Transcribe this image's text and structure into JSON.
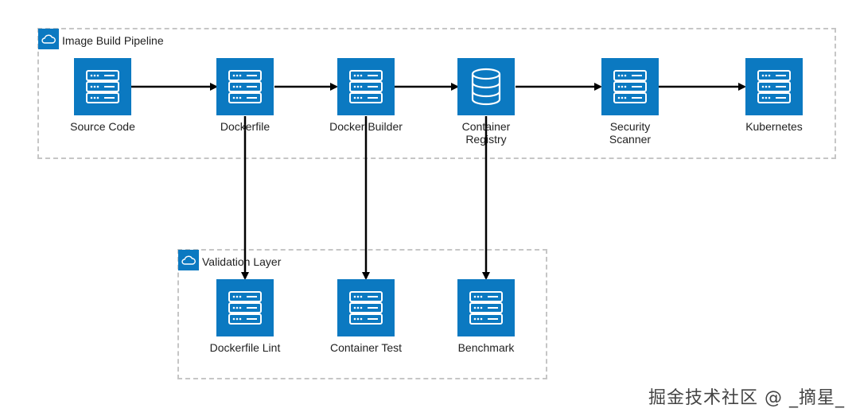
{
  "groups": {
    "pipeline": {
      "label": "Image Build Pipeline",
      "icon": "cloud-icon"
    },
    "validation": {
      "label": "Validation Layer",
      "icon": "cloud-icon"
    }
  },
  "nodes": {
    "source_code": {
      "label": "Source Code",
      "icon": "server-icon"
    },
    "dockerfile": {
      "label": "Dockerfile",
      "icon": "server-icon"
    },
    "docker_builder": {
      "label": "Docker Builder",
      "icon": "server-icon"
    },
    "container_registry": {
      "label": "Container\nRegistry",
      "icon": "database-icon"
    },
    "security_scanner": {
      "label": "Security\nScanner",
      "icon": "server-icon"
    },
    "kubernetes": {
      "label": "Kubernetes",
      "icon": "server-icon"
    },
    "dockerfile_lint": {
      "label": "Dockerfile Lint",
      "icon": "server-icon"
    },
    "container_test": {
      "label": "Container Test",
      "icon": "server-icon"
    },
    "benchmark": {
      "label": "Benchmark",
      "icon": "server-icon"
    }
  },
  "edges": [
    {
      "from": "Source Code",
      "to": "Dockerfile"
    },
    {
      "from": "Dockerfile",
      "to": "Docker Builder"
    },
    {
      "from": "Docker Builder",
      "to": "Container Registry"
    },
    {
      "from": "Container Registry",
      "to": "Security Scanner"
    },
    {
      "from": "Security Scanner",
      "to": "Kubernetes"
    },
    {
      "from": "Dockerfile",
      "to": "Dockerfile Lint"
    },
    {
      "from": "Docker Builder",
      "to": "Container Test"
    },
    {
      "from": "Container Registry",
      "to": "Benchmark"
    }
  ],
  "colors": {
    "node_fill": "#0b79c1",
    "edge": "#000000",
    "group_border": "#c6c6c6"
  },
  "watermark": "掘金技术社区 @ _摘星_"
}
